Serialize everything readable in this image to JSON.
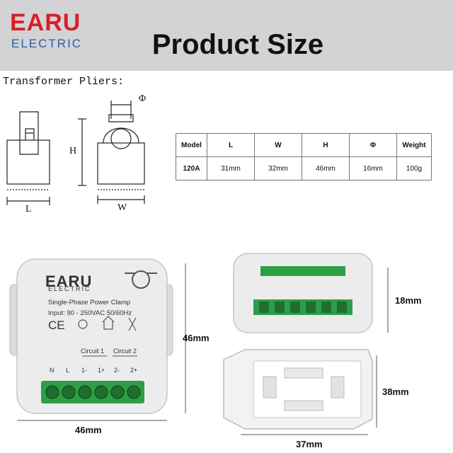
{
  "brand": {
    "main": "EARU",
    "sub": "ELECTRIC"
  },
  "header": {
    "title": "Product Size"
  },
  "transformer": {
    "label": "Transformer Pliers:",
    "dims": {
      "L": "L",
      "W": "W",
      "H": "H",
      "phi": "Φ"
    }
  },
  "table": {
    "headers": [
      "Model",
      "L",
      "W",
      "H",
      "Φ",
      "Weight"
    ],
    "row": [
      "120A",
      "31mm",
      "32mm",
      "46mm",
      "16mm",
      "100g"
    ]
  },
  "device": {
    "brand_main": "EARU",
    "brand_sub": "ELECTRIC",
    "name": "Single-Phase Power Clamp",
    "input": "Input: 90 - 250VAC 50/60Hz",
    "cert_ce": "CE",
    "circuit1": "Circuit 1",
    "circuit2": "Circuit 2",
    "terminals": [
      "N",
      "L",
      "1-",
      "1+",
      "2-",
      "2+"
    ]
  },
  "dimensions": {
    "front_height": "46mm",
    "front_width": "46mm",
    "side_height": "18mm",
    "bracket_height": "38mm",
    "bracket_width": "37mm"
  },
  "colors": {
    "brand_red": "#d81f26",
    "brand_blue": "#2a5caa",
    "banner": "#d3d3d5",
    "terminal_green": "#2e9e45"
  }
}
